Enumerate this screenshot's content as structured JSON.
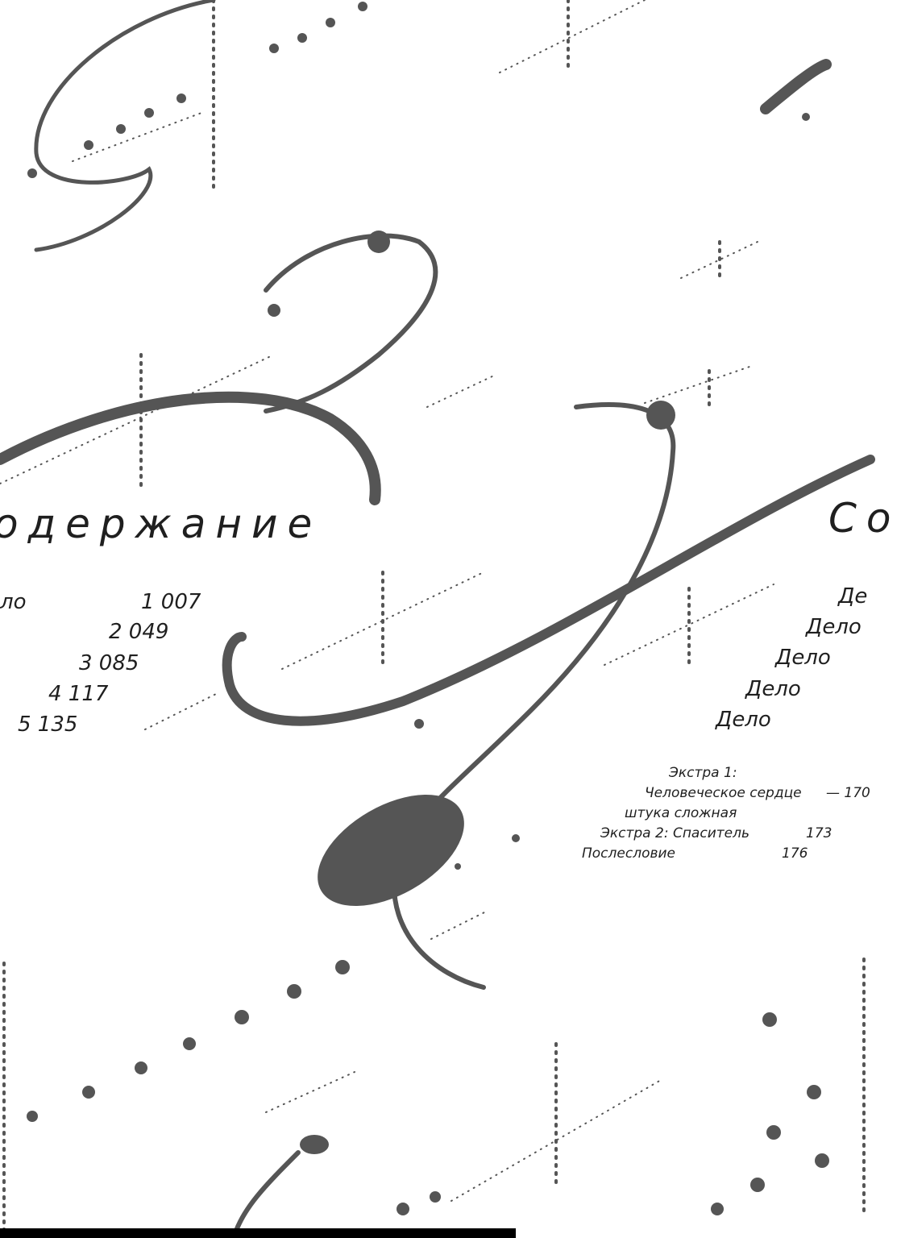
{
  "title_right": "Со",
  "title_left": "одержание",
  "left_entries": [
    {
      "label": "ло",
      "number": "1 007"
    },
    {
      "label": "",
      "number": "2 049"
    },
    {
      "label": "",
      "number": "3 085"
    },
    {
      "label": "",
      "number": "4 117"
    },
    {
      "label": "",
      "number": "5 135"
    }
  ],
  "right_entries": [
    "Де",
    "Дело",
    "Дело",
    "Дело",
    "Дело"
  ],
  "extras": [
    {
      "label": "Экстра 1:",
      "number": ""
    },
    {
      "label": "Человеческое сердце",
      "number": "— 170"
    },
    {
      "label": "штука сложная",
      "number": ""
    },
    {
      "label": "Экстра 2: Спаситель",
      "number": "173"
    },
    {
      "label": "Послесловие",
      "number": "176"
    }
  ],
  "colors": {
    "ink": "#1f1f1f",
    "decoration": "#555555",
    "background": "#ffffff"
  }
}
